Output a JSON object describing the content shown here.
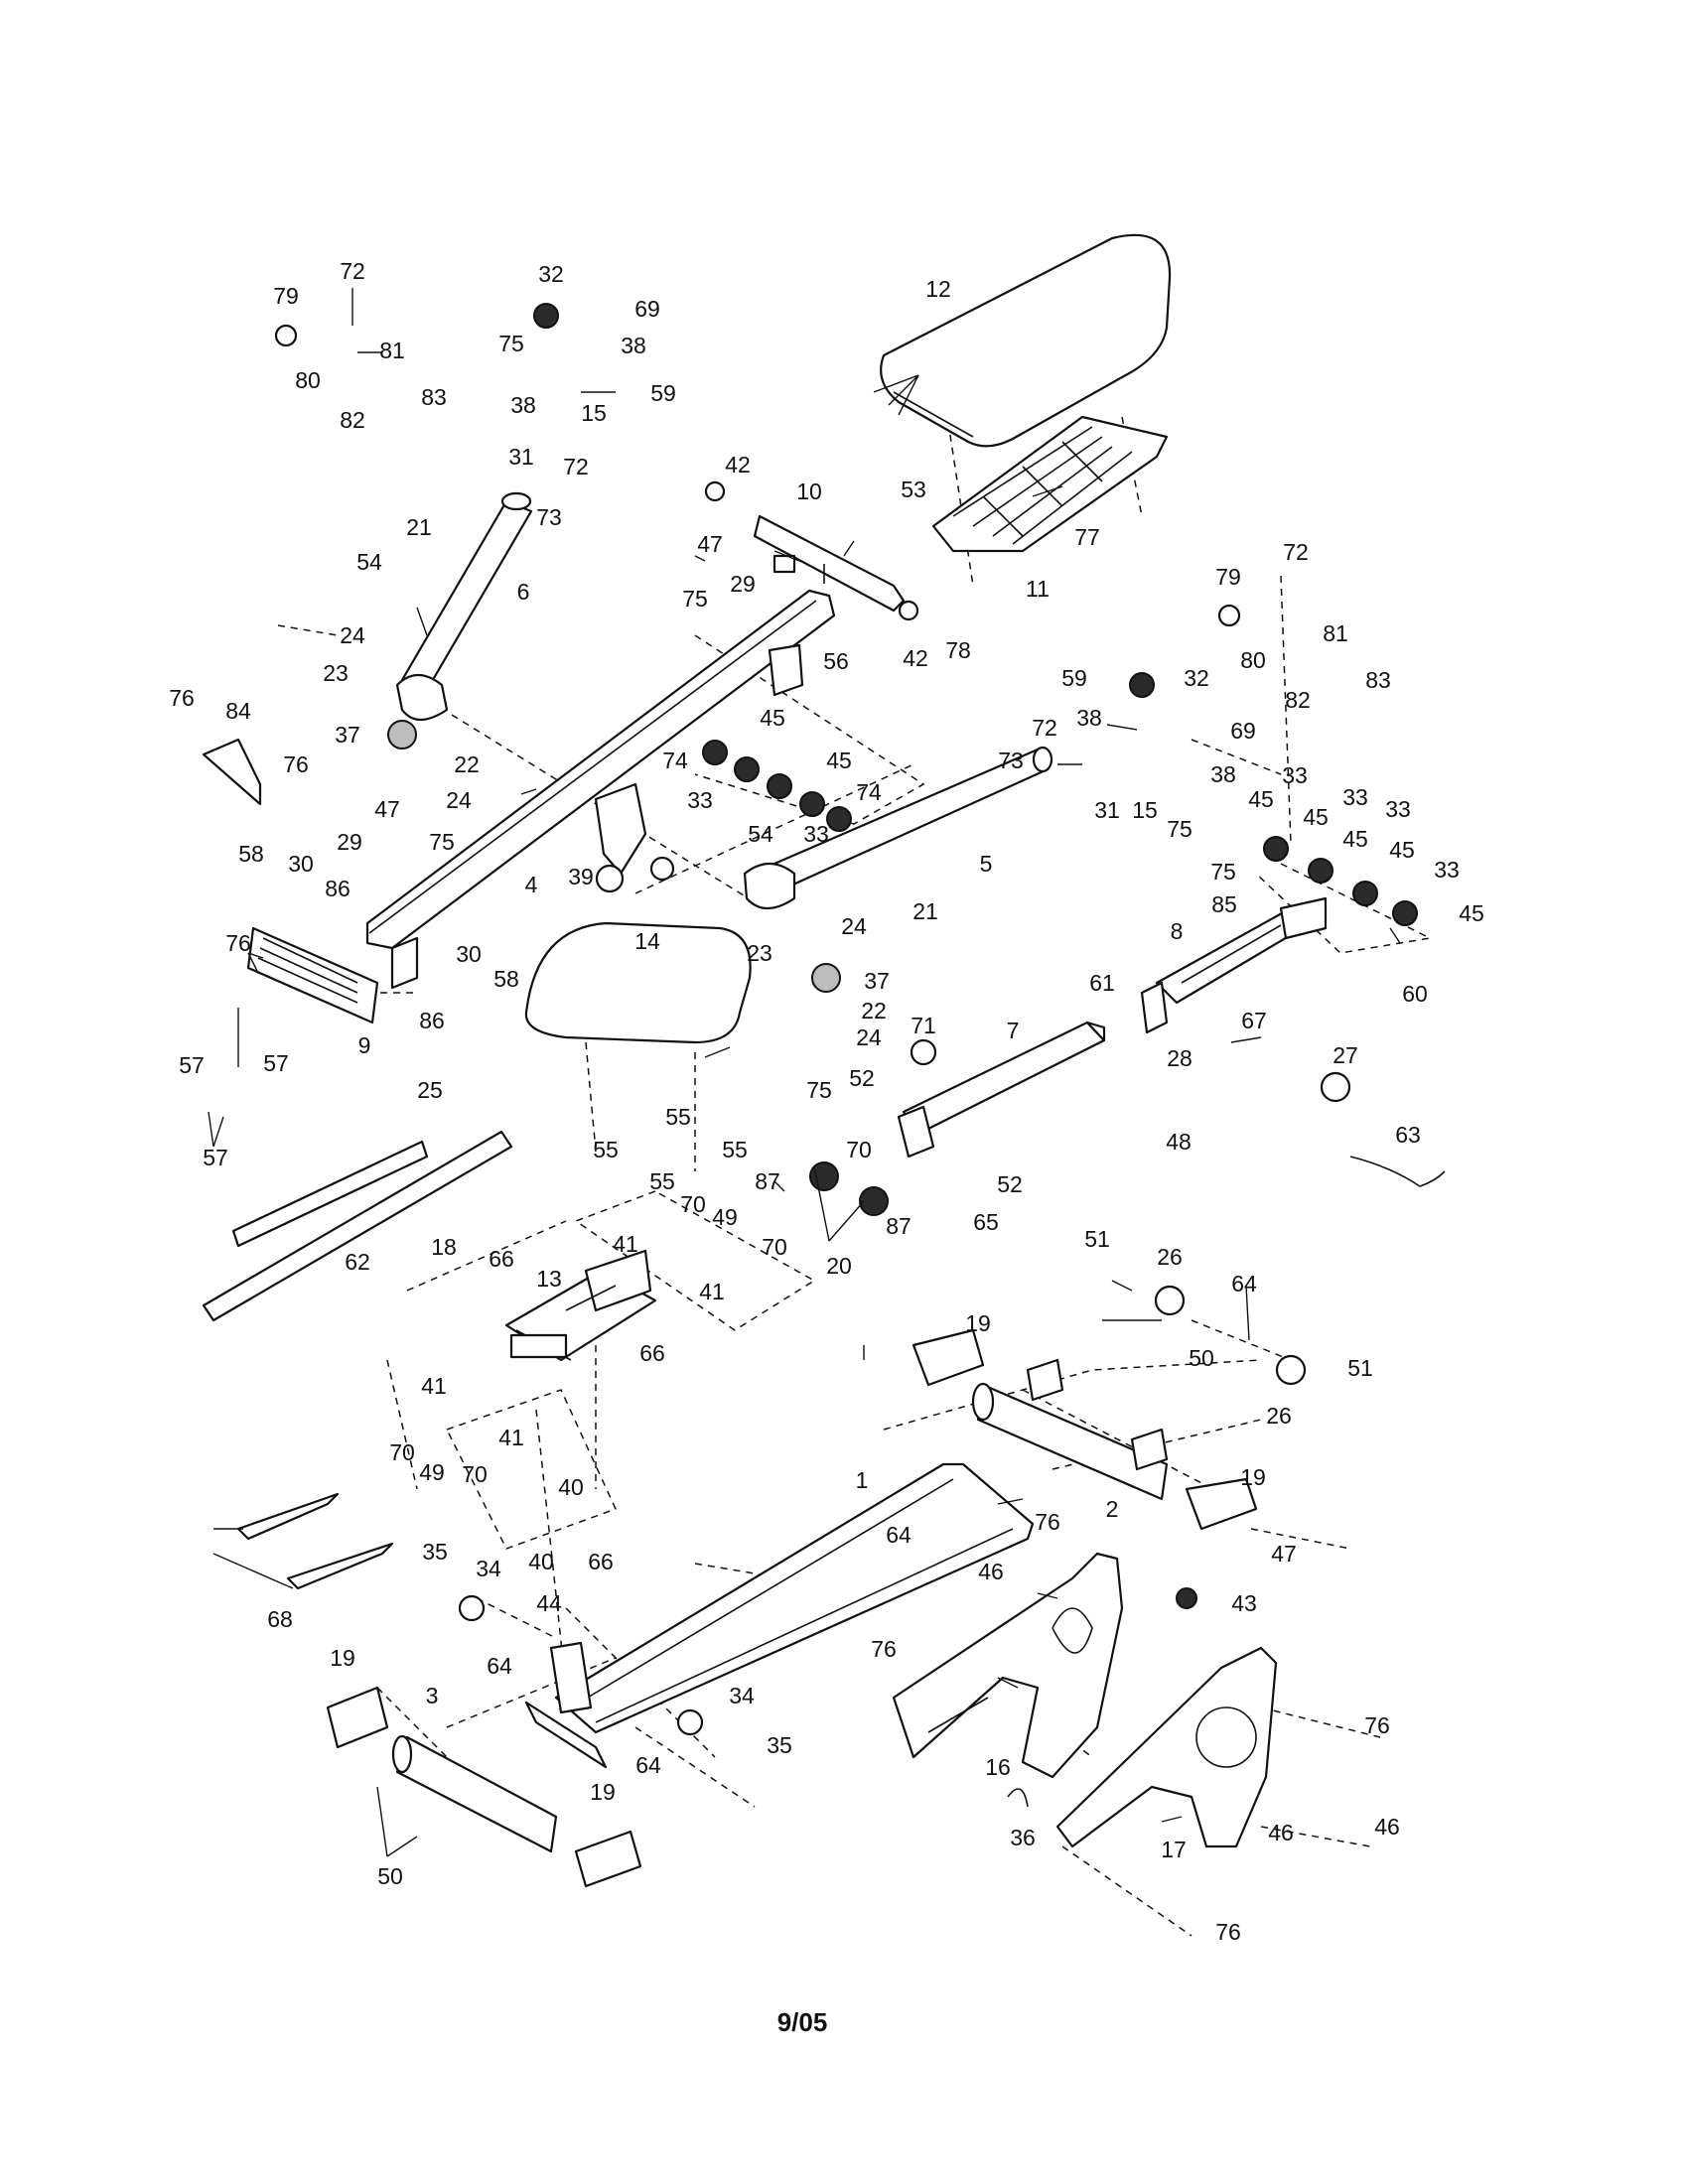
{
  "footer": {
    "date_code": "9/05"
  },
  "callouts": {
    "c1": "1",
    "c2": "2",
    "c3": "3",
    "c4": "4",
    "c5": "5",
    "c6": "6",
    "c7": "7",
    "c8": "8",
    "c9": "9",
    "c10": "10",
    "c11": "11",
    "c12": "12",
    "c13": "13",
    "c14": "14",
    "c15a": "15",
    "c15b": "15",
    "c16": "16",
    "c17": "17",
    "c18": "18",
    "c19a": "19",
    "c19b": "19",
    "c19c": "19",
    "c19d": "19",
    "c20": "20",
    "c21a": "21",
    "c21b": "21",
    "c22a": "22",
    "c22b": "22",
    "c23a": "23",
    "c23b": "23",
    "c24a": "24",
    "c24b": "24",
    "c24c": "24",
    "c24d": "24",
    "c25": "25",
    "c26a": "26",
    "c26b": "26",
    "c27": "27",
    "c28": "28",
    "c29a": "29",
    "c29b": "29",
    "c30a": "30",
    "c30b": "30",
    "c31a": "31",
    "c31b": "31",
    "c32a": "32",
    "c32b": "32",
    "c33a": "33",
    "c33b": "33",
    "c33c": "33",
    "c33d": "33",
    "c33e": "33",
    "c33f": "33",
    "c34a": "34",
    "c34b": "34",
    "c35a": "35",
    "c35b": "35",
    "c36": "36",
    "c37a": "37",
    "c37b": "37",
    "c38a": "38",
    "c38b": "38",
    "c38c": "38",
    "c38d": "38",
    "c39": "39",
    "c40a": "40",
    "c40b": "40",
    "c41a": "41",
    "c41b": "41",
    "c41c": "41",
    "c41d": "41",
    "c42a": "42",
    "c42b": "42",
    "c43": "43",
    "c44": "44",
    "c45a": "45",
    "c45b": "45",
    "c45c": "45",
    "c45d": "45",
    "c45e": "45",
    "c45f": "45",
    "c46a": "46",
    "c46b": "46",
    "c46c": "46",
    "c47a": "47",
    "c47b": "47",
    "c47c": "47",
    "c48": "48",
    "c49a": "49",
    "c49b": "49",
    "c50a": "50",
    "c50b": "50",
    "c51a": "51",
    "c51b": "51",
    "c52a": "52",
    "c52b": "52",
    "c53": "53",
    "c54a": "54",
    "c54b": "54",
    "c55a": "55",
    "c55b": "55",
    "c55c": "55",
    "c55d": "55",
    "c56": "56",
    "c57a": "57",
    "c57b": "57",
    "c57c": "57",
    "c58a": "58",
    "c58b": "58",
    "c59a": "59",
    "c59b": "59",
    "c60": "60",
    "c61": "61",
    "c62": "62",
    "c63": "63",
    "c64a": "64",
    "c64b": "64",
    "c64c": "64",
    "c64d": "64",
    "c65": "65",
    "c66a": "66",
    "c66b": "66",
    "c66c": "66",
    "c67": "67",
    "c68": "68",
    "c69a": "69",
    "c69b": "69",
    "c70a": "70",
    "c70b": "70",
    "c70c": "70",
    "c70d": "70",
    "c71": "71",
    "c72a": "72",
    "c72b": "72",
    "c72c": "72",
    "c72d": "72",
    "c73a": "73",
    "c73b": "73",
    "c74a": "74",
    "c74b": "74",
    "c75a": "75",
    "c75b": "75",
    "c75c": "75",
    "c75d": "75",
    "c75e": "75",
    "c75f": "75",
    "c76a": "76",
    "c76b": "76",
    "c76c": "76",
    "c76d": "76",
    "c76e": "76",
    "c76f": "76",
    "c76g": "76",
    "c77": "77",
    "c78": "78",
    "c79a": "79",
    "c79b": "79",
    "c80a": "80",
    "c80b": "80",
    "c81a": "81",
    "c81b": "81",
    "c82a": "82",
    "c82b": "82",
    "c83a": "83",
    "c83b": "83",
    "c84": "84",
    "c85": "85",
    "c86a": "86",
    "c86b": "86",
    "c87a": "87",
    "c87b": "87"
  }
}
